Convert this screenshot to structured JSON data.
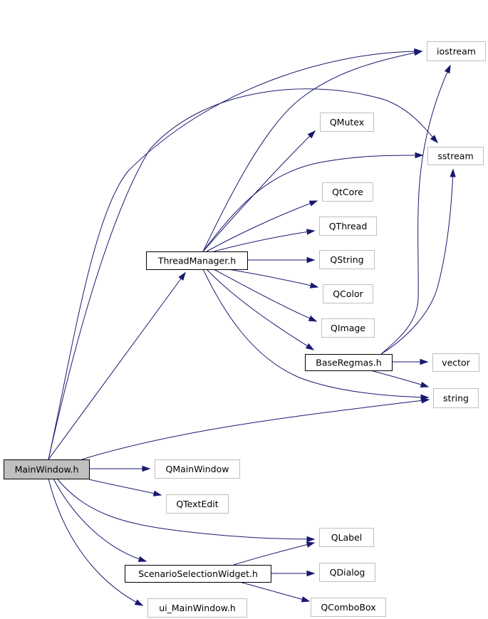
{
  "colors": {
    "edge": "#191970",
    "local_header_border": "#000000",
    "external_header_border": "#bfbfbf",
    "root_fill": "#bfbfbf",
    "node_fill": "#ffffff"
  },
  "nodes": {
    "main_window_h": {
      "label": "MainWindow.h",
      "kind": "root"
    },
    "thread_manager_h": {
      "label": "ThreadManager.h",
      "kind": "local"
    },
    "base_regmas_h": {
      "label": "BaseRegmas.h",
      "kind": "local"
    },
    "scenario_selection_widget_h": {
      "label": "ScenarioSelectionWidget.h",
      "kind": "local"
    },
    "iostream": {
      "label": "iostream",
      "kind": "external"
    },
    "sstream": {
      "label": "sstream",
      "kind": "external"
    },
    "qmutex": {
      "label": "QMutex",
      "kind": "external"
    },
    "qtcore": {
      "label": "QtCore",
      "kind": "external"
    },
    "qthread": {
      "label": "QThread",
      "kind": "external"
    },
    "qstring": {
      "label": "QString",
      "kind": "external"
    },
    "qcolor": {
      "label": "QColor",
      "kind": "external"
    },
    "qimage": {
      "label": "QImage",
      "kind": "external"
    },
    "vector": {
      "label": "vector",
      "kind": "external"
    },
    "string": {
      "label": "string",
      "kind": "external"
    },
    "qmainwindow": {
      "label": "QMainWindow",
      "kind": "external"
    },
    "qtextedit": {
      "label": "QTextEdit",
      "kind": "external"
    },
    "qlabel": {
      "label": "QLabel",
      "kind": "external"
    },
    "qdialog": {
      "label": "QDialog",
      "kind": "external"
    },
    "qcombobox": {
      "label": "QComboBox",
      "kind": "external"
    },
    "ui_main_window_h": {
      "label": "ui_MainWindow.h",
      "kind": "external"
    }
  },
  "edges": [
    {
      "from": "main_window_h",
      "to": "iostream"
    },
    {
      "from": "main_window_h",
      "to": "sstream"
    },
    {
      "from": "main_window_h",
      "to": "thread_manager_h"
    },
    {
      "from": "main_window_h",
      "to": "string"
    },
    {
      "from": "main_window_h",
      "to": "qmainwindow"
    },
    {
      "from": "main_window_h",
      "to": "qtextedit"
    },
    {
      "from": "main_window_h",
      "to": "qlabel"
    },
    {
      "from": "main_window_h",
      "to": "scenario_selection_widget_h"
    },
    {
      "from": "main_window_h",
      "to": "ui_main_window_h"
    },
    {
      "from": "thread_manager_h",
      "to": "iostream"
    },
    {
      "from": "thread_manager_h",
      "to": "qmutex"
    },
    {
      "from": "thread_manager_h",
      "to": "sstream"
    },
    {
      "from": "thread_manager_h",
      "to": "qtcore"
    },
    {
      "from": "thread_manager_h",
      "to": "qthread"
    },
    {
      "from": "thread_manager_h",
      "to": "qstring"
    },
    {
      "from": "thread_manager_h",
      "to": "qcolor"
    },
    {
      "from": "thread_manager_h",
      "to": "qimage"
    },
    {
      "from": "thread_manager_h",
      "to": "base_regmas_h"
    },
    {
      "from": "thread_manager_h",
      "to": "string"
    },
    {
      "from": "base_regmas_h",
      "to": "iostream"
    },
    {
      "from": "base_regmas_h",
      "to": "sstream"
    },
    {
      "from": "base_regmas_h",
      "to": "vector"
    },
    {
      "from": "base_regmas_h",
      "to": "string"
    },
    {
      "from": "scenario_selection_widget_h",
      "to": "qlabel"
    },
    {
      "from": "scenario_selection_widget_h",
      "to": "qdialog"
    },
    {
      "from": "scenario_selection_widget_h",
      "to": "qcombobox"
    }
  ]
}
